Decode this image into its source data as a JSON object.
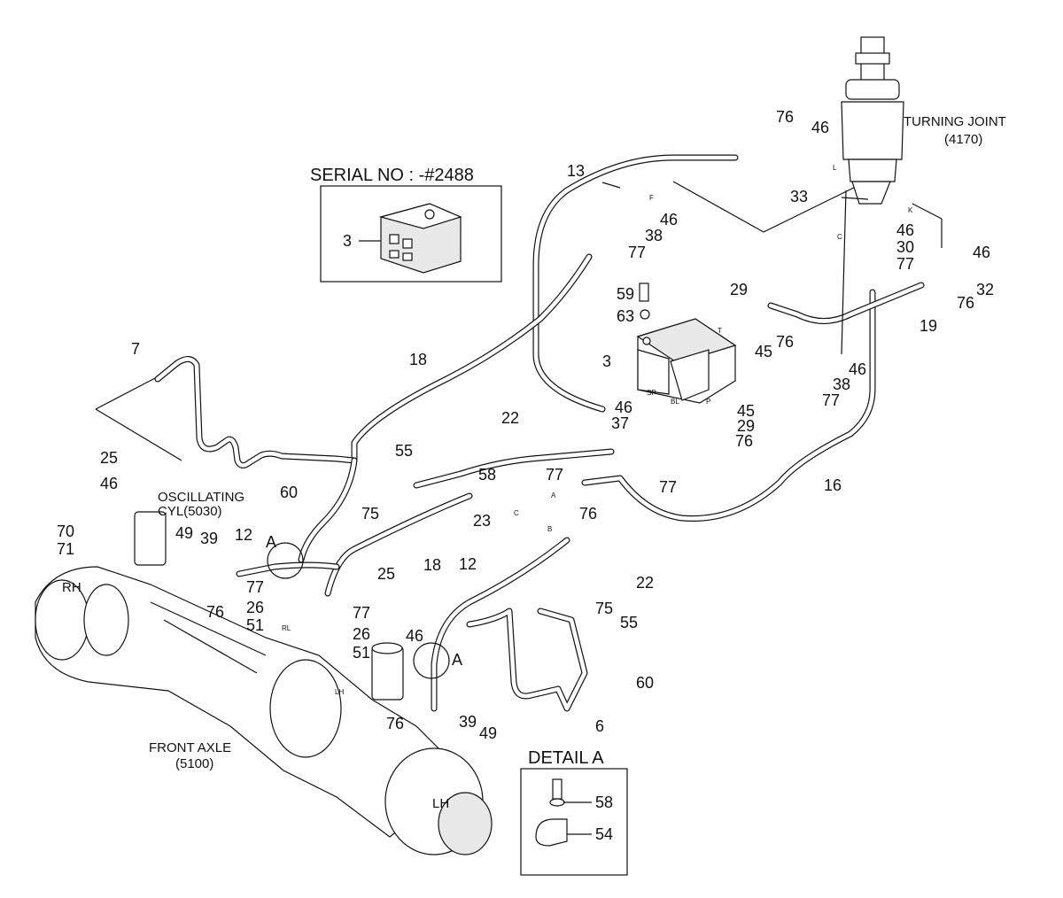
{
  "serial_box": {
    "title": "SERIAL NO : -#2488",
    "part": "3"
  },
  "detail_box": {
    "title": "DETAIL A",
    "parts": [
      "58",
      "54"
    ]
  },
  "turning_joint": {
    "name": "TURNING JOINT",
    "code": "(4170)"
  },
  "oscillating_cyl": {
    "name": "OSCILLATING",
    "code": "CYL(5030)"
  },
  "front_axle": {
    "name": "FRONT AXLE",
    "code": "(5100)"
  },
  "small_marks": {
    "rh": "RH",
    "lh_axle": "LH",
    "lh_small": "LH",
    "rl": "RL",
    "f": "F",
    "l": "L",
    "c": "C",
    "k": "K",
    "sp": "SP",
    "bl": "BL",
    "p": "P",
    "t": "T",
    "a": "A",
    "b": "B",
    "c2": "C"
  },
  "callouts": [
    {
      "id": "c76a",
      "text": "76"
    },
    {
      "id": "c46a",
      "text": "46"
    },
    {
      "id": "c33",
      "text": "33"
    },
    {
      "id": "c13",
      "text": "13"
    },
    {
      "id": "c46b",
      "text": "46"
    },
    {
      "id": "c38a",
      "text": "38"
    },
    {
      "id": "c77a",
      "text": "77"
    },
    {
      "id": "c46c",
      "text": "46"
    },
    {
      "id": "c30",
      "text": "30"
    },
    {
      "id": "c77b",
      "text": "77"
    },
    {
      "id": "c46d",
      "text": "46"
    },
    {
      "id": "c32",
      "text": "32"
    },
    {
      "id": "c76b",
      "text": "76"
    },
    {
      "id": "c19",
      "text": "19"
    },
    {
      "id": "c59",
      "text": "59"
    },
    {
      "id": "c29a",
      "text": "29"
    },
    {
      "id": "c63",
      "text": "63"
    },
    {
      "id": "c76c",
      "text": "76"
    },
    {
      "id": "c45a",
      "text": "45"
    },
    {
      "id": "c3",
      "text": "3"
    },
    {
      "id": "c46e",
      "text": "46"
    },
    {
      "id": "c38b",
      "text": "38"
    },
    {
      "id": "c77c",
      "text": "77"
    },
    {
      "id": "c18a",
      "text": "18"
    },
    {
      "id": "c7",
      "text": "7"
    },
    {
      "id": "c46f",
      "text": "46"
    },
    {
      "id": "c45b",
      "text": "45"
    },
    {
      "id": "c37",
      "text": "37"
    },
    {
      "id": "c29b",
      "text": "29"
    },
    {
      "id": "c76d",
      "text": "76"
    },
    {
      "id": "c22a",
      "text": "22"
    },
    {
      "id": "c55a",
      "text": "55"
    },
    {
      "id": "c25a",
      "text": "25"
    },
    {
      "id": "c58",
      "text": "58"
    },
    {
      "id": "c77d",
      "text": "77"
    },
    {
      "id": "c77e",
      "text": "77"
    },
    {
      "id": "c16",
      "text": "16"
    },
    {
      "id": "c46g",
      "text": "46"
    },
    {
      "id": "c60a",
      "text": "60"
    },
    {
      "id": "c76e",
      "text": "76"
    },
    {
      "id": "c23",
      "text": "23"
    },
    {
      "id": "c75a",
      "text": "75"
    },
    {
      "id": "c70",
      "text": "70"
    },
    {
      "id": "c71",
      "text": "71"
    },
    {
      "id": "c49a",
      "text": "49"
    },
    {
      "id": "c39a",
      "text": "39"
    },
    {
      "id": "c12a",
      "text": "12"
    },
    {
      "id": "cA1",
      "text": "A"
    },
    {
      "id": "c18b",
      "text": "18"
    },
    {
      "id": "c12b",
      "text": "12"
    },
    {
      "id": "c22b",
      "text": "22"
    },
    {
      "id": "c25b",
      "text": "25"
    },
    {
      "id": "c77f",
      "text": "77"
    },
    {
      "id": "c26a",
      "text": "26"
    },
    {
      "id": "c76f",
      "text": "76"
    },
    {
      "id": "c77g",
      "text": "77"
    },
    {
      "id": "c26b",
      "text": "26"
    },
    {
      "id": "c51a",
      "text": "51"
    },
    {
      "id": "c46h",
      "text": "46"
    },
    {
      "id": "c75b",
      "text": "75"
    },
    {
      "id": "c55b",
      "text": "55"
    },
    {
      "id": "c51b",
      "text": "51"
    },
    {
      "id": "cA2",
      "text": "A"
    },
    {
      "id": "c60b",
      "text": "60"
    },
    {
      "id": "c76g",
      "text": "76"
    },
    {
      "id": "c39b",
      "text": "39"
    },
    {
      "id": "c49b",
      "text": "49"
    },
    {
      "id": "c6",
      "text": "6"
    }
  ]
}
